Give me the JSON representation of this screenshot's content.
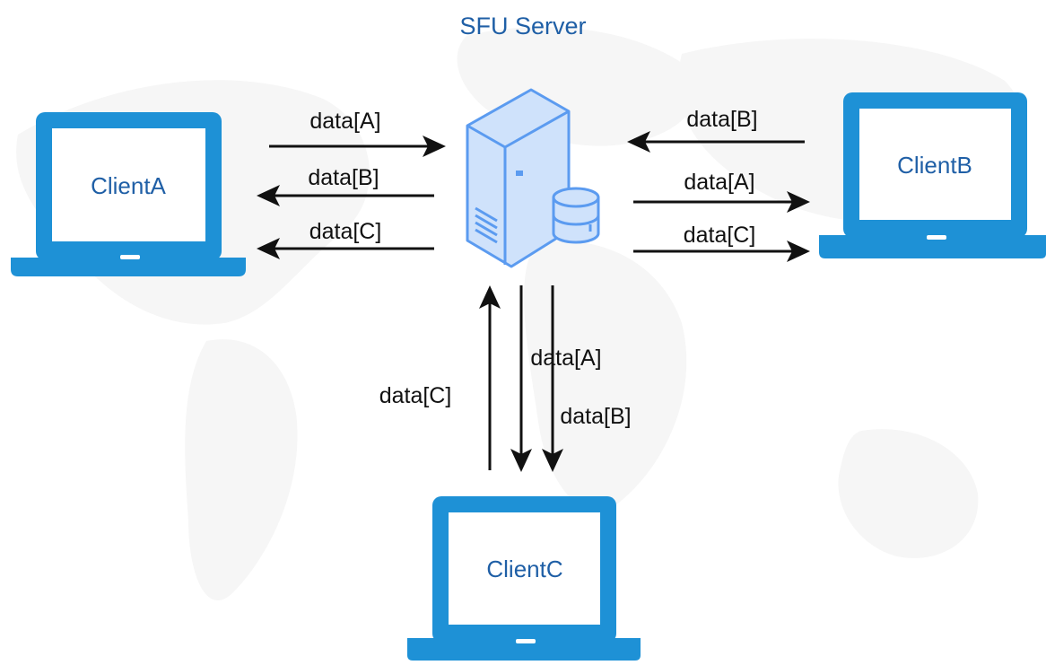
{
  "diagram": {
    "title": "SFU Server",
    "clients": {
      "a": {
        "label": "ClientA"
      },
      "b": {
        "label": "ClientB"
      },
      "c": {
        "label": "ClientC"
      }
    },
    "flows": {
      "a_up": "data[A]",
      "a_down_b": "data[B]",
      "a_down_c": "data[C]",
      "b_up": "data[B]",
      "b_down_a": "data[A]",
      "b_down_c": "data[C]",
      "c_up": "data[C]",
      "c_down_a": "data[A]",
      "c_down_b": "data[B]"
    },
    "colors": {
      "laptop": "#1e91d6",
      "screen": "#ffffff",
      "label_text": "#1f5fa6",
      "server_fill": "#cfe2fb",
      "server_stroke": "#5b9bf0",
      "arrow": "#111111",
      "background_map": "#f6f6f6"
    },
    "icons": {
      "server": "server-with-database-icon",
      "client": "laptop-icon"
    }
  }
}
